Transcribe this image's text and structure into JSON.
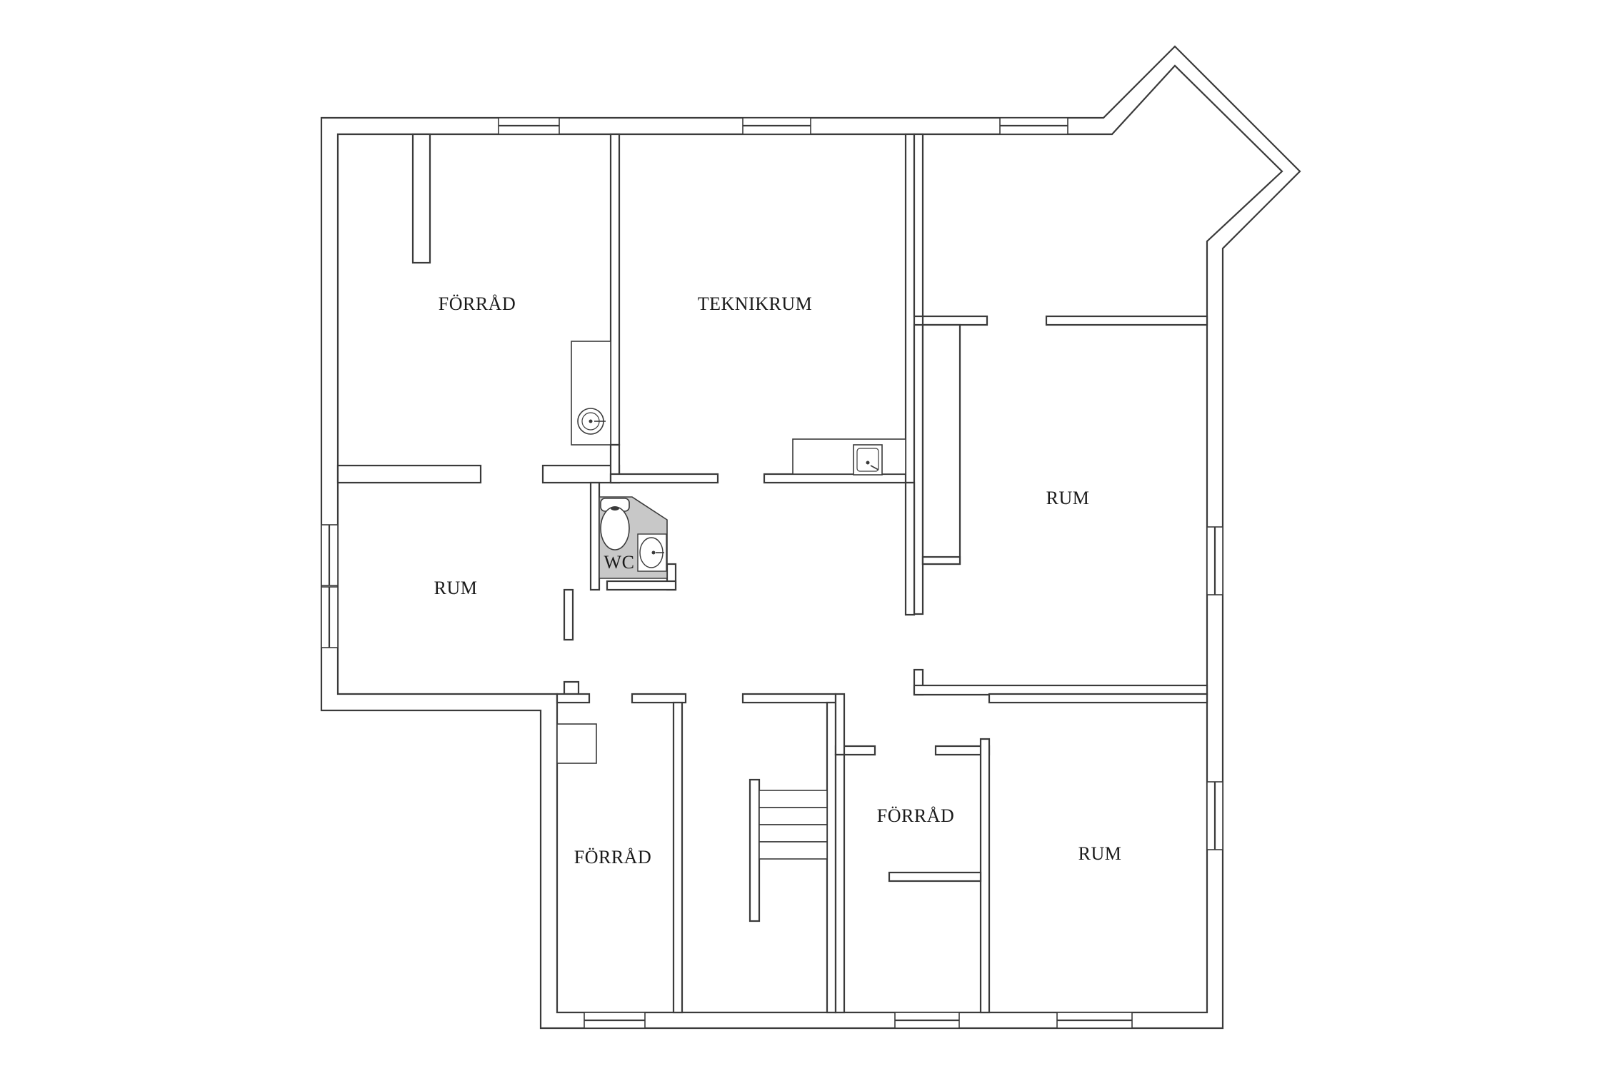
{
  "floor_plan": {
    "rooms": [
      {
        "id": "forrad-nw",
        "label": "FÖRRÅD"
      },
      {
        "id": "teknikrum",
        "label": "TEKNIKRUM"
      },
      {
        "id": "rum-west",
        "label": "RUM"
      },
      {
        "id": "wc",
        "label": "WC"
      },
      {
        "id": "rum-east",
        "label": "RUM"
      },
      {
        "id": "forrad-south",
        "label": "FÖRRÅD"
      },
      {
        "id": "forrad-mid",
        "label": "FÖRRÅD"
      },
      {
        "id": "rum-se",
        "label": "RUM"
      }
    ],
    "colors": {
      "wall": "#3a3a3a",
      "wc_floor": "#c8c8c8",
      "background": "#ffffff"
    }
  }
}
